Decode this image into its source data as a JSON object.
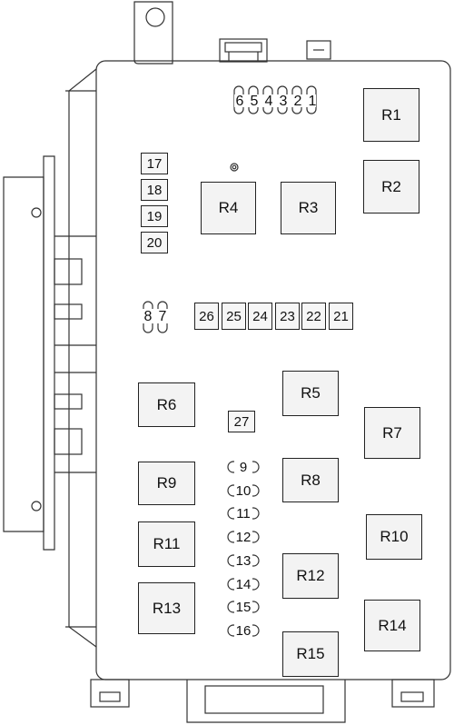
{
  "diagram": {
    "relays": {
      "R1": "R1",
      "R2": "R2",
      "R3": "R3",
      "R4": "R4",
      "R5": "R5",
      "R6": "R6",
      "R7": "R7",
      "R8": "R8",
      "R9": "R9",
      "R10": "R10",
      "R11": "R11",
      "R12": "R12",
      "R13": "R13",
      "R14": "R14",
      "R15": "R15"
    },
    "fuses": {
      "f1": "1",
      "f2": "2",
      "f3": "3",
      "f4": "4",
      "f5": "5",
      "f6": "6",
      "f7": "7",
      "f8": "8",
      "f9": "9",
      "f10": "10",
      "f11": "11",
      "f12": "12",
      "f13": "13",
      "f14": "14",
      "f15": "15",
      "f16": "16",
      "f17": "17",
      "f18": "18",
      "f19": "19",
      "f20": "20",
      "f21": "21",
      "f22": "22",
      "f23": "23",
      "f24": "24",
      "f25": "25",
      "f26": "26",
      "f27": "27"
    }
  }
}
